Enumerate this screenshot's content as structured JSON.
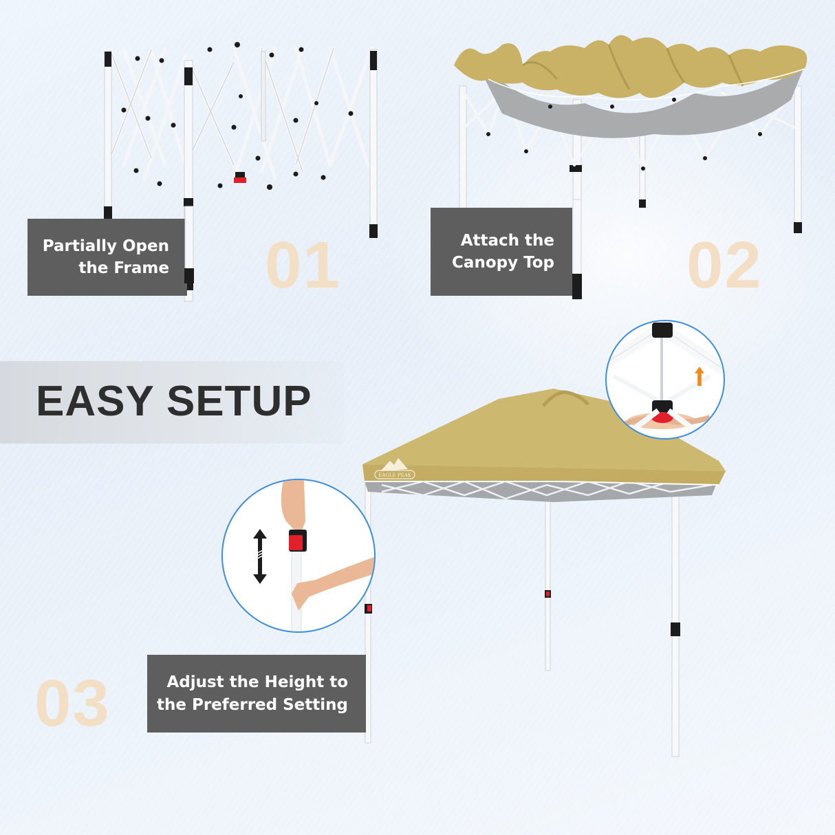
{
  "heading": "EASY SETUP",
  "brand_logo_text": "EAGLE PEAK",
  "colors": {
    "label_bg": "#5e5e5e",
    "label_text": "#ffffff",
    "step_number": "#f2dfc5",
    "heading_text": "#2e2e2e",
    "canopy": "#c9b266",
    "canopy_underside": "#a9a9a9",
    "inset_border": "#3b8de0",
    "arrow_up": "#f08a1c",
    "lock_red": "#e0202a"
  },
  "steps": [
    {
      "number": "01",
      "label_line1": "Partially Open",
      "label_line2": "the Frame"
    },
    {
      "number": "02",
      "label_line1": "Attach the",
      "label_line2": "Canopy Top"
    },
    {
      "number": "03",
      "label_line1": "Adjust the Height to",
      "label_line2": "the Preferred Setting"
    }
  ],
  "insets": [
    {
      "name": "center-hub-push-up",
      "icon": "arrow-up-icon"
    },
    {
      "name": "leg-height-adjust",
      "icon": "double-arrow-vertical-icon"
    }
  ]
}
